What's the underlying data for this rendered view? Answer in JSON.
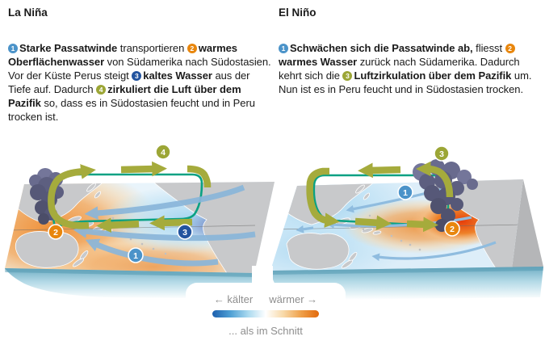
{
  "badge_colors": {
    "blue": "#4b93c9",
    "orange": "#e8860d",
    "darkblue": "#23549f",
    "olive": "#9ca636"
  },
  "panels": {
    "la_nina": {
      "title": "La Niña",
      "segments": [
        {
          "n": "1",
          "c": "blue"
        },
        {
          "b": "Starke Passatwinde"
        },
        {
          "t": " transportieren "
        },
        {
          "n": "2",
          "c": "orange"
        },
        {
          "b": "warmes Oberflächenwasser"
        },
        {
          "t": " von Südamerika nach Südostasien. Vor der Küste Perus steigt "
        },
        {
          "n": "3",
          "c": "darkblue"
        },
        {
          "b": "kaltes Wasser"
        },
        {
          "t": " aus der Tiefe auf. Dadurch "
        },
        {
          "n": "4",
          "c": "olive"
        },
        {
          "b": "zirkuliert die Luft über dem Pazifik"
        },
        {
          "t": " so, dass es in Südostasien feucht und in Peru trocken ist."
        }
      ]
    },
    "el_nino": {
      "title": "El Niño",
      "segments": [
        {
          "n": "1",
          "c": "blue"
        },
        {
          "b": "Schwächen sich die Passatwinde ab,"
        },
        {
          "t": " fliesst "
        },
        {
          "n": "2",
          "c": "orange"
        },
        {
          "b": "warmes Wasser"
        },
        {
          "t": " zurück nach Südamerika. Dadurch kehrt sich die "
        },
        {
          "n": "3",
          "c": "olive"
        },
        {
          "b": "Luftzirkulation über dem Pazifik"
        },
        {
          "t": " um. Nun ist es in Peru feucht und in Südostasien trocken."
        }
      ]
    }
  },
  "maps": {
    "la_nina": {
      "badges": [
        {
          "n": "4",
          "color": "#9ca636"
        },
        {
          "n": "2",
          "color": "#e8860d"
        },
        {
          "n": "3",
          "color": "#23549f"
        },
        {
          "n": "1",
          "color": "#4b93c9"
        }
      ]
    },
    "el_nino": {
      "badges": [
        {
          "n": "3",
          "color": "#9ca636"
        },
        {
          "n": "1",
          "color": "#4b93c9"
        },
        {
          "n": "2",
          "color": "#e8860d"
        }
      ]
    }
  },
  "legend": {
    "colder": "← kälter",
    "warmer": "wärmer →",
    "caption": "... als im Schnitt",
    "scale_colors": [
      "#1d5fad",
      "#4e9fd4",
      "#a9d9ef",
      "#ffffff",
      "#f8d9a8",
      "#efa04a",
      "#e2690b"
    ]
  }
}
